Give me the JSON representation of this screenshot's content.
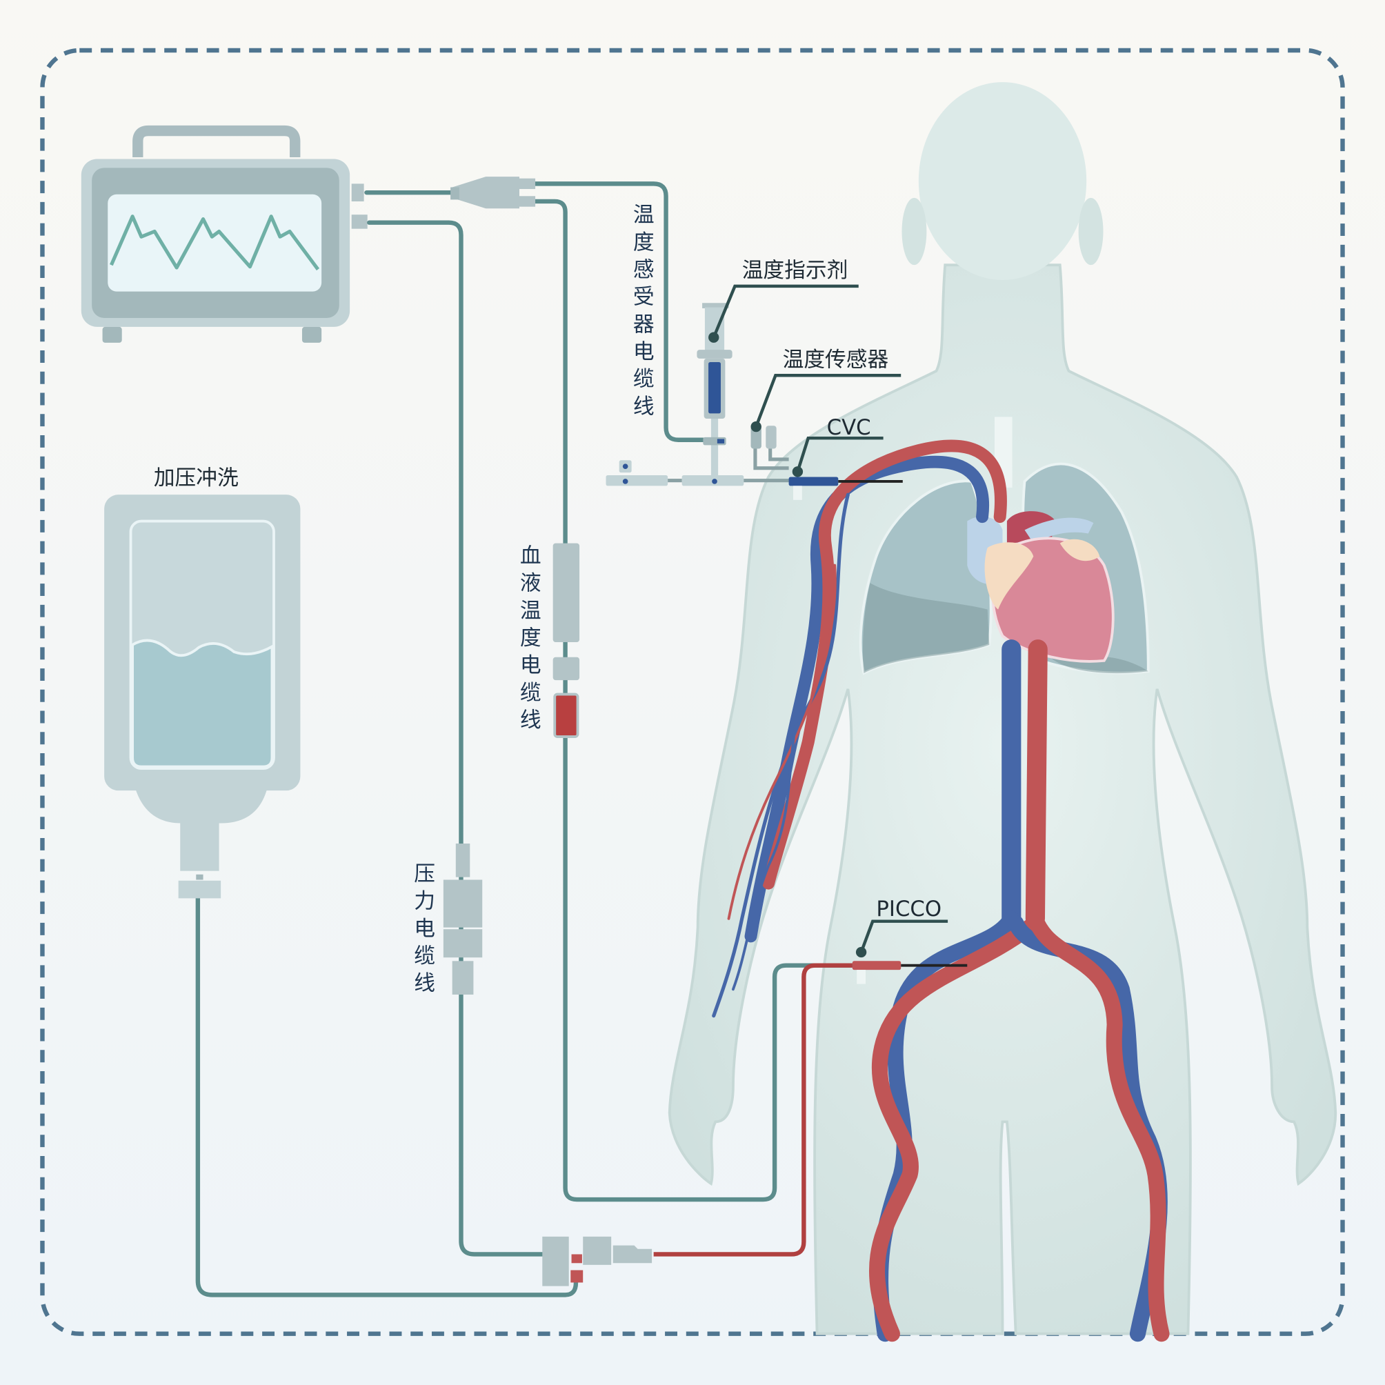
{
  "labels": {
    "temp_sensor_cable": "温度感受器电缆线",
    "temp_indicator": "温度指示剂",
    "temp_sensor": "温度传感器",
    "cvc": "CVC",
    "pressurized_flush": "加压冲洗",
    "blood_temp_cable": "血液温度电缆线",
    "pressure_cable": "压力电缆线",
    "picco": "PICCO"
  },
  "colors": {
    "artery": "#c05556",
    "vein": "#4667a8",
    "tube": "#5c8c8c",
    "border": "#4f7590",
    "heart": "#d98898"
  }
}
